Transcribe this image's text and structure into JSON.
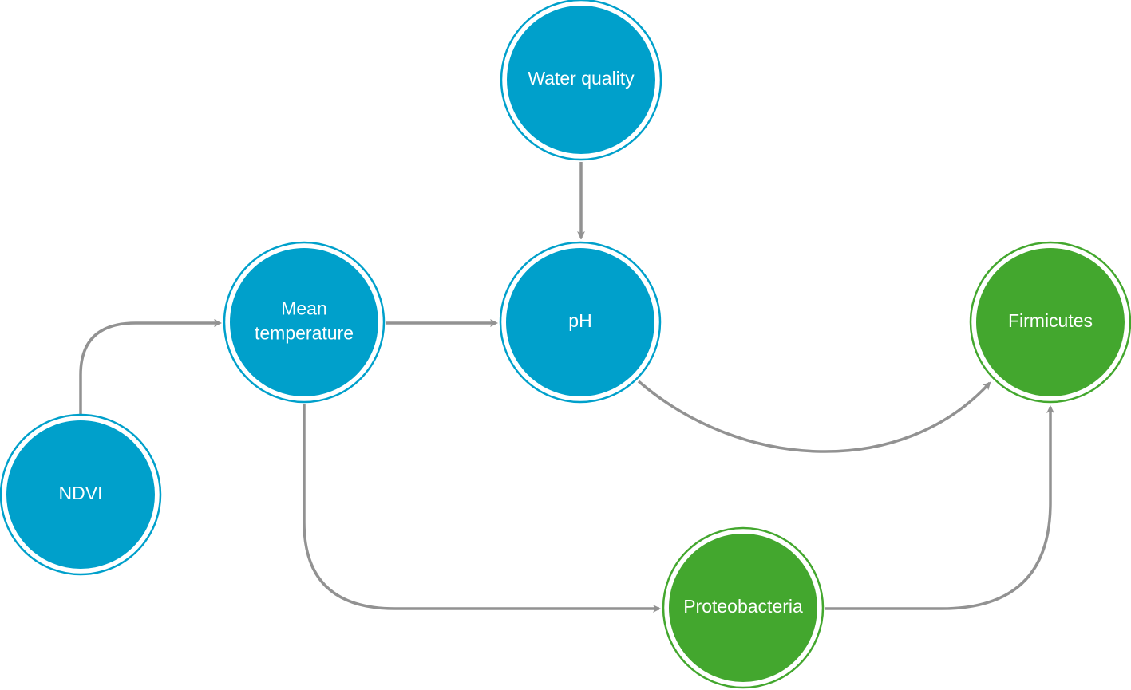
{
  "colors": {
    "driver": "#00A0CB",
    "taxon": "#43A72E",
    "edge": "#929292",
    "label": "#FFFFFF"
  },
  "nodes": {
    "water_quality": {
      "lines": [
        "Water quality"
      ],
      "group": "driver"
    },
    "mean_temperature": {
      "lines": [
        "Mean",
        "temperature"
      ],
      "group": "driver"
    },
    "ph": {
      "lines": [
        "pH"
      ],
      "group": "driver"
    },
    "ndvi": {
      "lines": [
        "NDVI"
      ],
      "group": "driver"
    },
    "firmicutes": {
      "lines": [
        "Firmicutes"
      ],
      "group": "taxon"
    },
    "proteobacteria": {
      "lines": [
        "Proteobacteria"
      ],
      "group": "taxon"
    }
  },
  "edges": [
    {
      "from": "water_quality",
      "to": "ph"
    },
    {
      "from": "ndvi",
      "to": "mean_temperature"
    },
    {
      "from": "mean_temperature",
      "to": "ph"
    },
    {
      "from": "ph",
      "to": "firmicutes"
    },
    {
      "from": "mean_temperature",
      "to": "proteobacteria"
    },
    {
      "from": "proteobacteria",
      "to": "firmicutes"
    }
  ]
}
